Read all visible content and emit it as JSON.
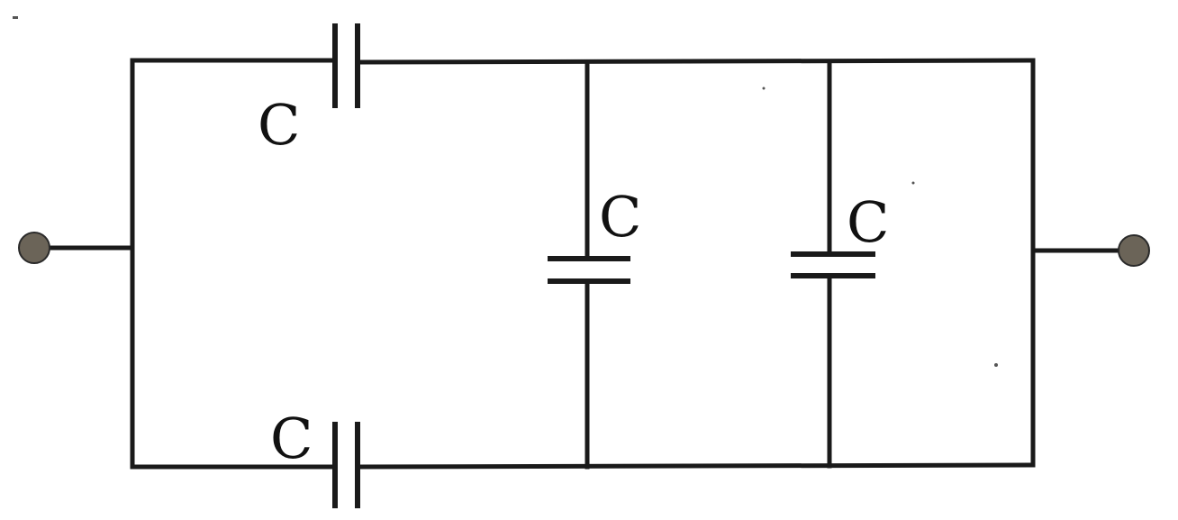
{
  "circuit": {
    "capacitors": [
      {
        "id": "top-left",
        "label": "C"
      },
      {
        "id": "bottom-left",
        "label": "C"
      },
      {
        "id": "middle-vertical",
        "label": "C"
      },
      {
        "id": "right-vertical",
        "label": "C"
      }
    ],
    "terminals": [
      "left",
      "right"
    ],
    "colors": {
      "wire": "#1a1a1a",
      "terminal": "#6b6458"
    }
  }
}
